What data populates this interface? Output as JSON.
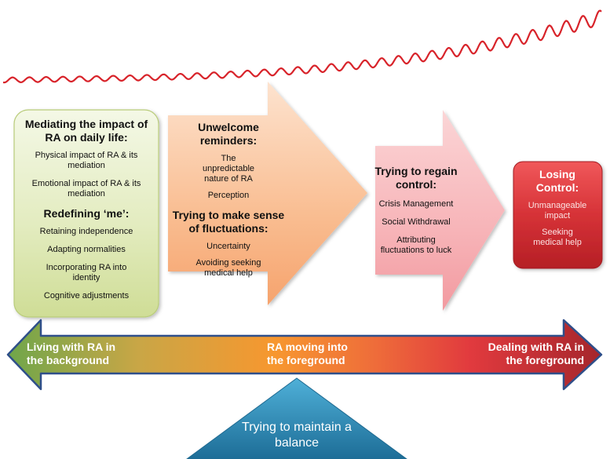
{
  "green_box": {
    "title": "Mediating the impact of RA on daily life:",
    "items": [
      "Physical impact of RA & its mediation",
      "Emotional impact of RA & its mediation"
    ],
    "subtitle": "Redefining ‘me’:",
    "sub_items": [
      "Retaining independence",
      "Adapting normalities",
      "Incorporating RA into  identity",
      "Cognitive adjustments"
    ]
  },
  "orange_arrow": {
    "title": "Unwelcome reminders:",
    "items": [
      "The unpredictable nature of RA",
      "Perception"
    ],
    "subtitle": "Trying to make sense of fluctuations:",
    "sub_items": [
      "Uncertainty",
      "Avoiding seeking medical help"
    ]
  },
  "pink_arrow": {
    "title": "Trying to regain control:",
    "items": [
      "Crisis Management",
      "Social Withdrawal",
      "Attributing fluctuations to luck"
    ]
  },
  "red_box": {
    "title": "Losing Control:",
    "items": [
      "Unmanageable impact",
      "Seeking medical help"
    ]
  },
  "bottom_arrow": {
    "left_label": "Living with RA in the background",
    "center_label": "RA moving into the foreground",
    "right_label": "Dealing with RA in the foreground"
  },
  "triangle": {
    "label": "Trying to maintain a balance"
  },
  "colors": {
    "green": "#8fb456",
    "orange": "#f7a96a",
    "pink": "#f4a4ac",
    "red": "#c5282d",
    "blue": "#2f8bb5",
    "wave": "#d8232a"
  }
}
